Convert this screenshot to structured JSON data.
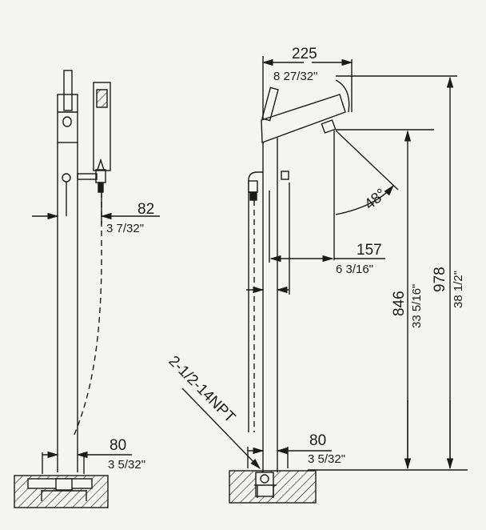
{
  "drawing": {
    "type": "technical dimension drawing",
    "subject": "freestanding tub faucet with hand shower",
    "views": [
      "front",
      "side"
    ]
  },
  "front_view": {
    "dim_handshower_offset": {
      "mm": "82",
      "inch": "3 7/32\""
    },
    "dim_base_width": {
      "mm": "80",
      "inch": "3 5/32\""
    }
  },
  "side_view": {
    "dim_spout_reach": {
      "mm": "225",
      "inch": "8 27/32\""
    },
    "dim_spout_angle": {
      "deg": "48°"
    },
    "dim_spout_to_column": {
      "mm": "157",
      "inch": "6 3/16\""
    },
    "dim_spout_height": {
      "mm": "846",
      "inch": "33  5/16\""
    },
    "dim_total_height": {
      "mm": "978",
      "inch": "38  1/2\""
    },
    "dim_base_width": {
      "mm": "80",
      "inch": "3 5/32\""
    },
    "thread_callout": "2-1/2-14NPT"
  },
  "colors": {
    "line": "#1a1a1a",
    "paper": "#f4f4f2"
  }
}
